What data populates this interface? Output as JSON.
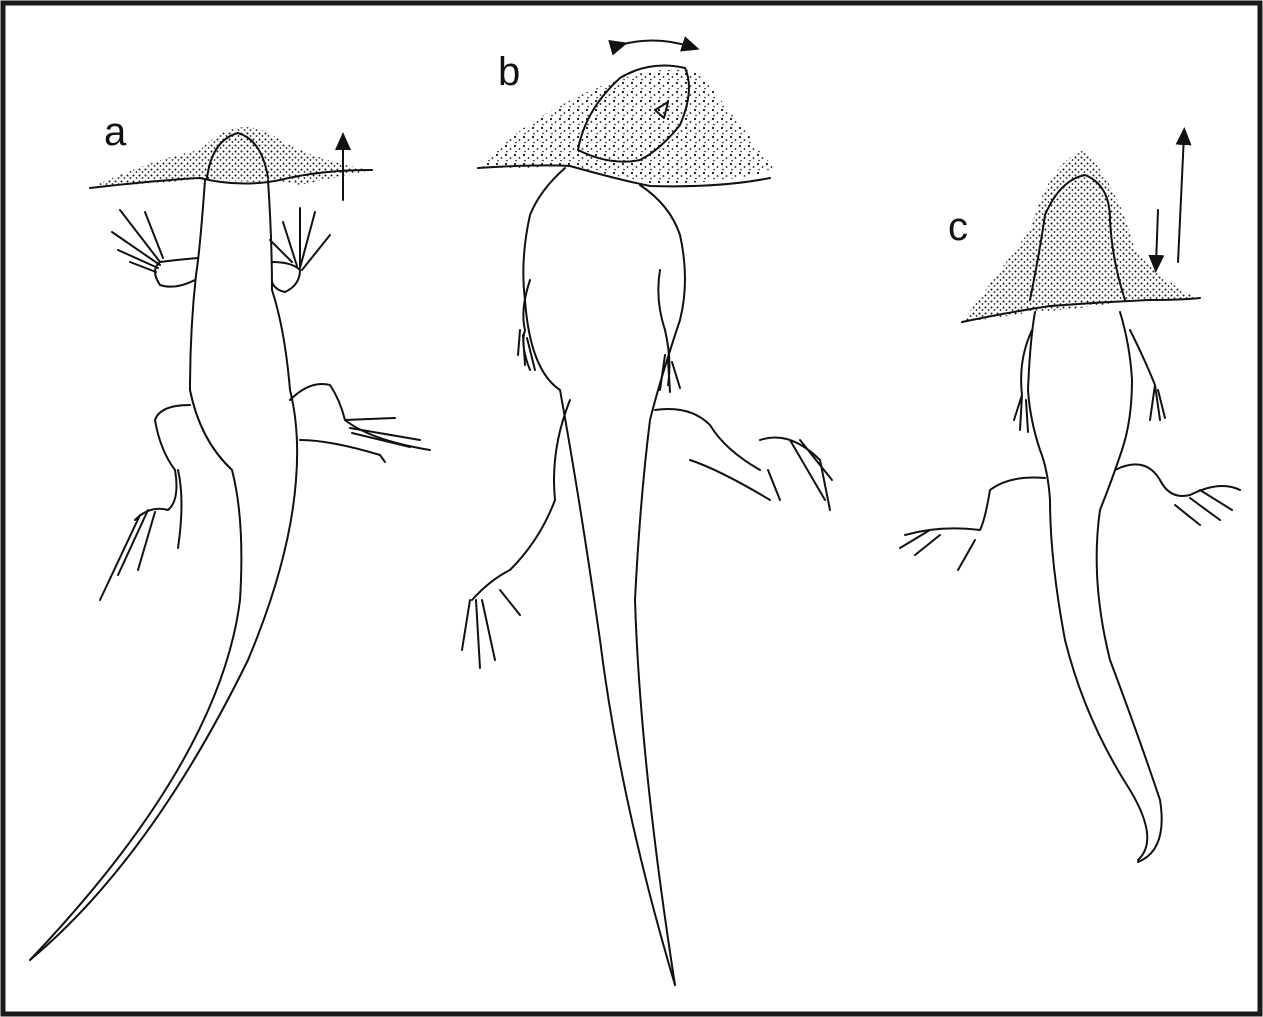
{
  "panels": [
    {
      "id": "a",
      "label": "a"
    },
    {
      "id": "b",
      "label": "b"
    },
    {
      "id": "c",
      "label": "c"
    }
  ],
  "colors": {
    "ink": "#111111",
    "frame": "#1a1a1a",
    "background": "#ffffff"
  },
  "icons": {
    "a": "up-arrow-icon",
    "b": "double-headed-arc-arrow-icon",
    "c": "up-and-down-arrows-icon"
  }
}
